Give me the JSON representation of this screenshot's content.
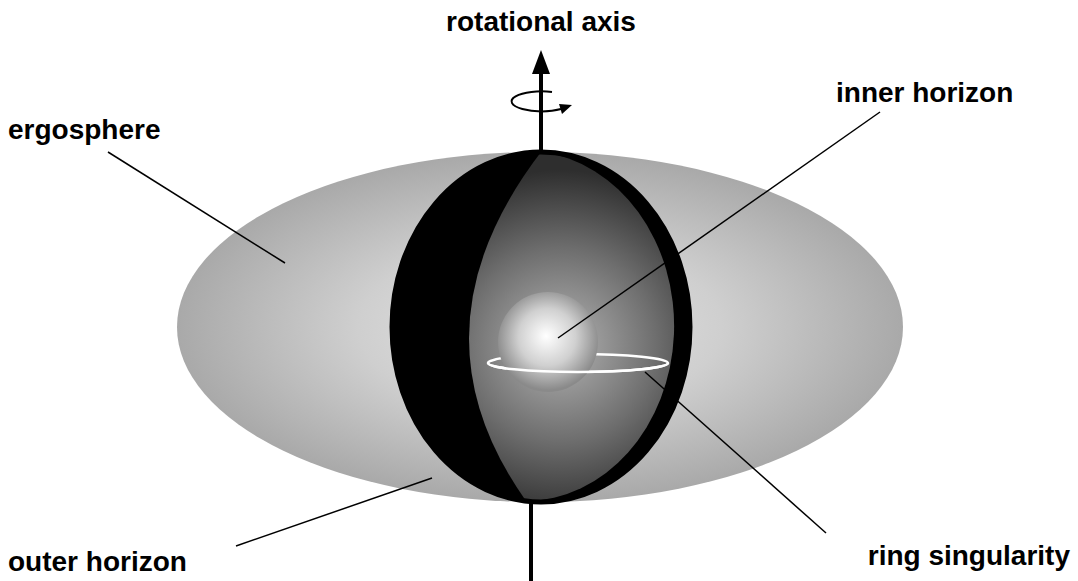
{
  "diagram": {
    "labels": [
      "rotational axis",
      "ergosphere",
      "inner horizon",
      "outer horizon",
      "ring singularity"
    ]
  }
}
